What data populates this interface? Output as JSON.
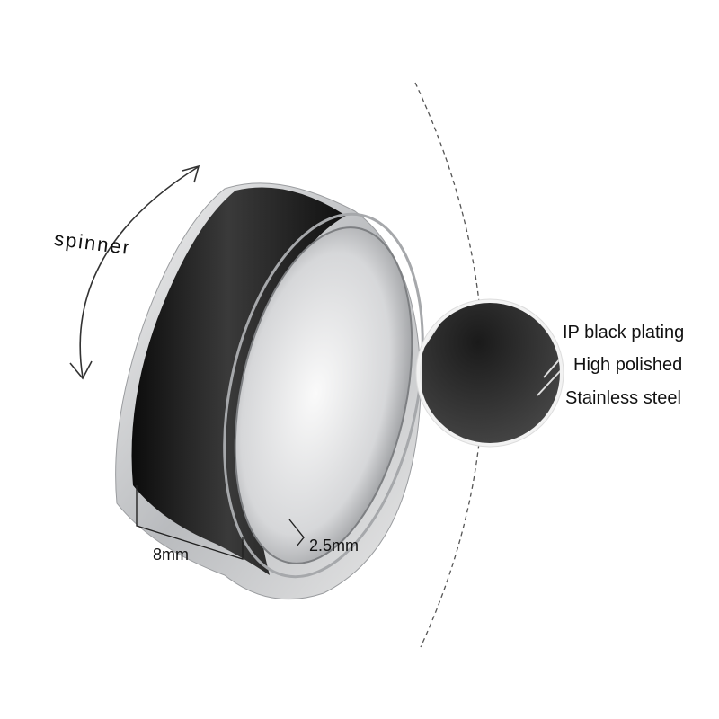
{
  "annotations": {
    "spinner": "spinner",
    "width": "8mm",
    "thickness": "2.5mm"
  },
  "features": [
    "IP black plating",
    "High polished",
    "Stainless steel"
  ],
  "colors": {
    "band": "#1a1a1a",
    "steel": "#c8cacc",
    "text": "#111111"
  }
}
